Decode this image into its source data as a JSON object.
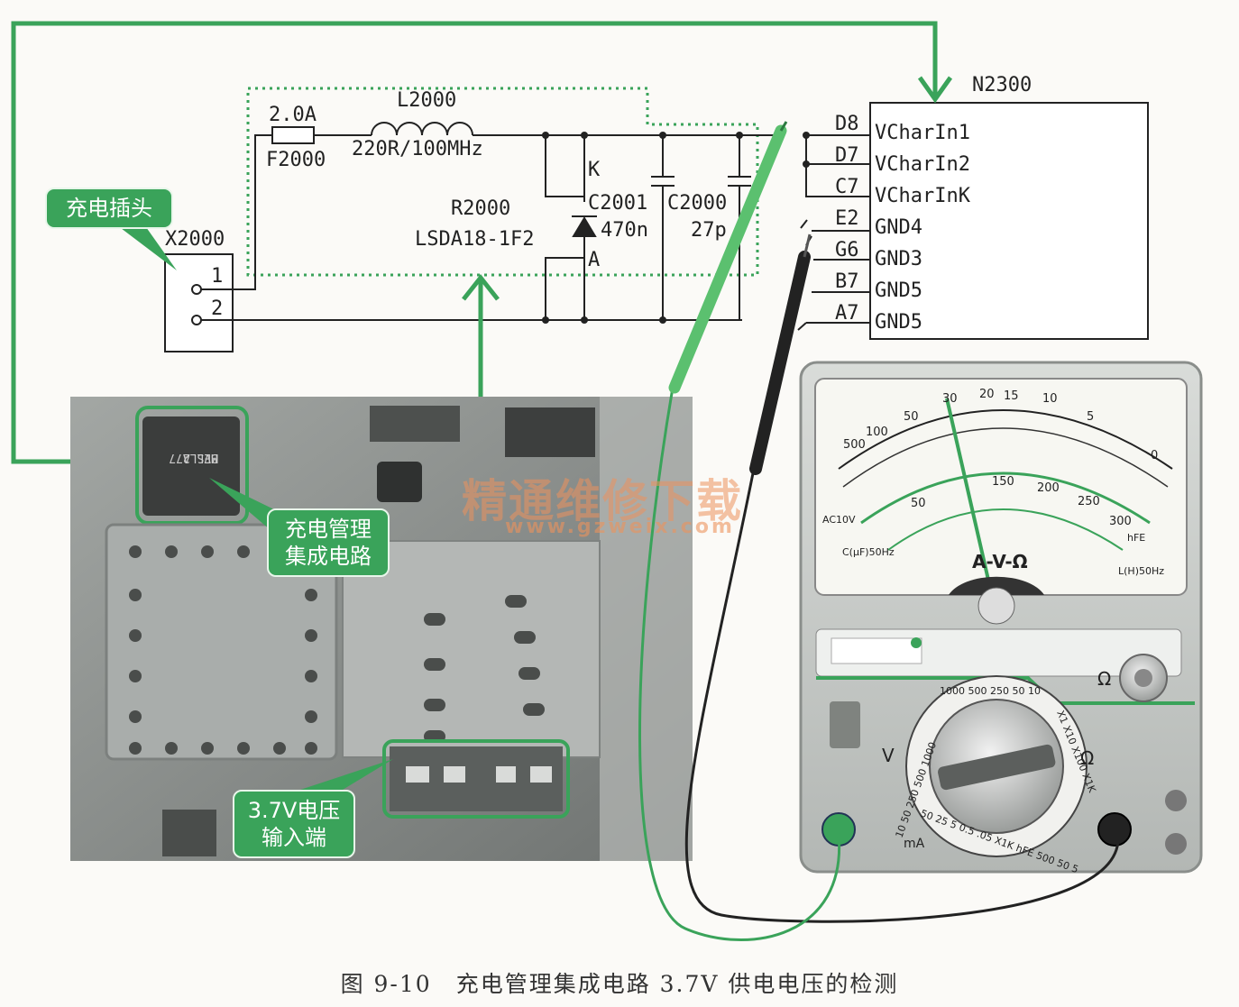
{
  "schematic": {
    "fuse": {
      "rating": "2.0A",
      "ref": "F2000"
    },
    "inductor": {
      "ref": "L2000",
      "value": "220R/100MHz"
    },
    "diode": {
      "ref": "R2000",
      "part": "LSDA18-1F2",
      "cathode": "K",
      "anode": "A"
    },
    "cap1": {
      "ref": "C2001",
      "value": "470n"
    },
    "cap2": {
      "ref": "C2000",
      "value": "27p"
    },
    "connector": {
      "ref": "X2000",
      "pin1": "1",
      "pin2": "2"
    },
    "ic": {
      "ref": "N2300",
      "pins": [
        {
          "pin": "D8",
          "name": "VCharIn1"
        },
        {
          "pin": "D7",
          "name": "VCharIn2"
        },
        {
          "pin": "C7",
          "name": "VCharInK"
        },
        {
          "pin": "E2",
          "name": "GND4"
        },
        {
          "pin": "G6",
          "name": "GND3"
        },
        {
          "pin": "B7",
          "name": "GND5"
        },
        {
          "pin": "A7",
          "name": "GND5"
        }
      ]
    }
  },
  "callouts": {
    "charge_plug": "充电插头",
    "charge_ic_line1": "充电管理",
    "charge_ic_line2": "集成电路",
    "voltage_line1": "3.7V电压",
    "voltage_line2": "输入端"
  },
  "multimeter": {
    "scale_label": "A-V-Ω",
    "ohm_symbol": "Ω",
    "volt_symbol": "V",
    "ma_symbol": "mA",
    "ac_label": "AC10V",
    "cx_label": "C(μF)50Hz",
    "l_label": "L(H)50Hz",
    "hfe_label": "hFE",
    "dial_top": "1000 500 250 50 10",
    "dial_left": "10 50 250 500 1000",
    "dial_right": "X1 X10 X100 X1K",
    "dial_bottom": "50 25 5 0.5 .05 X1K hFE 500 50 5"
  },
  "watermark": {
    "cn": "精通维修下载",
    "url": "www.gzweix.com"
  },
  "caption": "图 9-10　充电管理集成电路 3.7V 供电电压的检测",
  "colors": {
    "green": "#3aa35a",
    "pcb": "#8d918d",
    "meter": "#c9ccc9"
  }
}
